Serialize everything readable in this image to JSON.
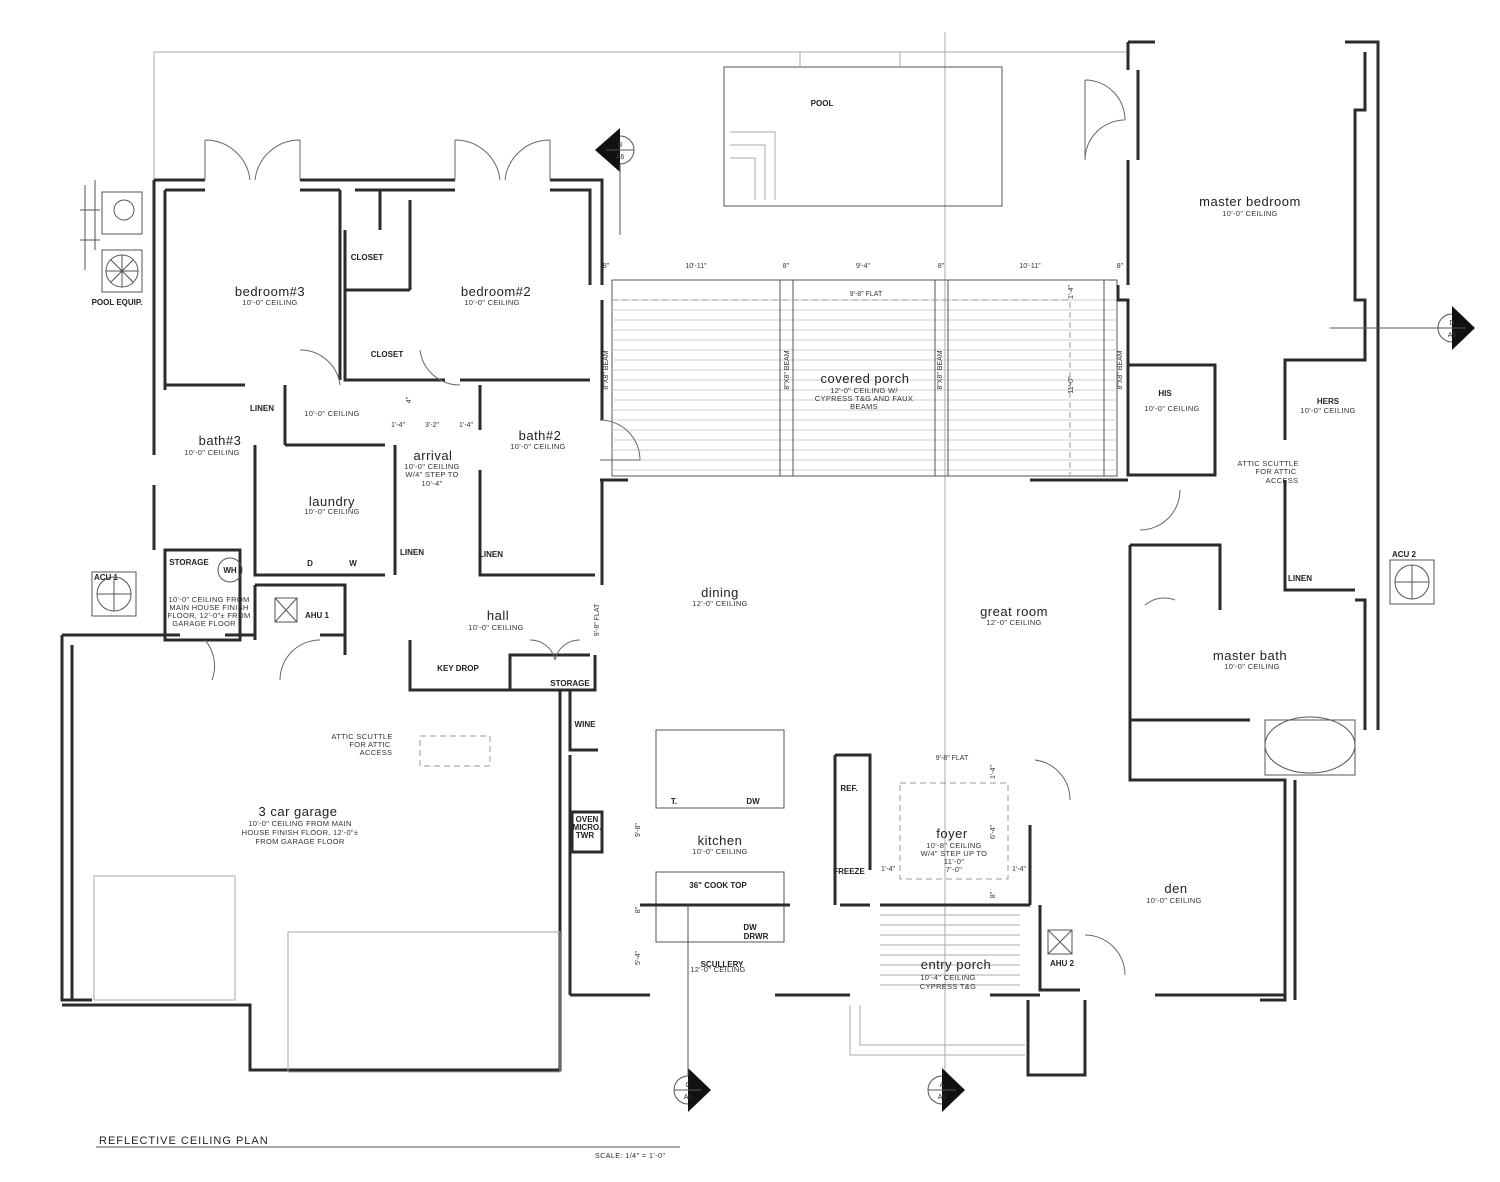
{
  "title": "REFLECTIVE CEILING PLAN",
  "scale": "SCALE: 1/4\" = 1'-0\"",
  "rooms": [
    {
      "id": "pool",
      "name": "POOL"
    },
    {
      "id": "pool_equip",
      "name": "POOL EQUIP."
    },
    {
      "id": "master_bedroom",
      "name": "master bedroom",
      "ceiling": "10'-0\" CEILING"
    },
    {
      "id": "bedroom3",
      "name": "bedroom#3",
      "ceiling": "10'-0\" CEILING"
    },
    {
      "id": "bedroom2",
      "name": "bedroom#2",
      "ceiling": "10'-0\" CEILING"
    },
    {
      "id": "covered_porch",
      "name": "covered porch",
      "ceiling": "12'-0\" CEILING W/",
      "ceiling2": "CYPRESS T&G AND FAUX",
      "ceiling3": "BEAMS"
    },
    {
      "id": "bath3",
      "name": "bath#3",
      "ceiling": "10'-0\" CEILING"
    },
    {
      "id": "arrival",
      "name": "arrival",
      "ceiling": "10'-0\" CEILING",
      "ceiling2": "W/4\" STEP TO",
      "ceiling3": "10'-4\""
    },
    {
      "id": "bath2",
      "name": "bath#2",
      "ceiling": "10'-0\" CEILING"
    },
    {
      "id": "laundry",
      "name": "laundry",
      "ceiling": "10'-0\" CEILING"
    },
    {
      "id": "dining",
      "name": "dining",
      "ceiling": "12'-0\" CEILING"
    },
    {
      "id": "great_room",
      "name": "great room",
      "ceiling": "12'-0\" CEILING"
    },
    {
      "id": "hall",
      "name": "hall",
      "ceiling": "10'-0\" CEILING"
    },
    {
      "id": "master_bath",
      "name": "master bath",
      "ceiling": "10'-0\" CEILING"
    },
    {
      "id": "garage",
      "name": "3 car garage",
      "ceiling": "10'-0\" CEILING FROM MAIN",
      "ceiling2": "HOUSE FINISH FLOOR, 12'-0\"±",
      "ceiling3": "FROM GARAGE FLOOR"
    },
    {
      "id": "kitchen",
      "name": "kitchen",
      "ceiling": "10'-0\" CEILING"
    },
    {
      "id": "foyer",
      "name": "foyer",
      "ceiling": "10'-8\" CEILING",
      "ceiling2": "W/4\" STEP UP TO",
      "ceiling3": "11'-0\"",
      "ceiling4": "7'-0\""
    },
    {
      "id": "den",
      "name": "den",
      "ceiling": "10'-0\" CEILING"
    },
    {
      "id": "entry_porch",
      "name": "entry porch",
      "ceiling": "10'-4\" CEILING",
      "ceiling2": "CYPRESS T&G"
    },
    {
      "id": "scullery",
      "name": "SCULLERY",
      "ceiling": "12'-0\" CEILING"
    }
  ],
  "labels": {
    "closet1": "CLOSET",
    "closet2": "CLOSET",
    "linen1": "LINEN",
    "linen2": "LINEN",
    "linen3": "LINEN",
    "linen4": "LINEN",
    "storage1": "STORAGE",
    "storage2": "STORAGE",
    "wh": "WH",
    "ahu1": "AHU 1",
    "ahu2": "AHU 2",
    "acu1": "ACU 1",
    "acu2": "ACU 2",
    "his": "HIS",
    "his_ceiling": "10'-0\" CEILING",
    "hers": "HERS",
    "hers_ceiling": "10'-0\" CEILING",
    "key_drop": "KEY DROP",
    "wine": "WINE",
    "oven": "OVEN",
    "micro": "MICRO.",
    "twr": "TWR",
    "ref": "REF.",
    "freeze": "FREEZE",
    "t": "T.",
    "dw": "DW",
    "d": "D",
    "w": "W",
    "cooktop": "36\" COOK TOP",
    "dw_drwr": "DW",
    "dw_drwr2": "DRWR",
    "attic1": "ATTIC SCUTTLE",
    "attic1b": "FOR ATTIC",
    "attic1c": "ACCESS",
    "attic2": "ATTIC SCUTTLE",
    "attic2b": "FOR ATTIC",
    "attic2c": "ACCESS",
    "storage_note1": "10'-0\" CEILING FROM",
    "storage_note2": "MAIN HOUSE FINISH",
    "storage_note3": "FLOOR, 12'-0\"± FROM",
    "storage_note4": "GARAGE FLOOR",
    "hall_ceiling_above": "10'-0\" CEILING"
  },
  "dimensions": {
    "d1": "8\"",
    "d2": "10'-11\"",
    "d3": "8\"",
    "d4": "9'-4\"",
    "d5": "8\"",
    "d6": "10'-11\"",
    "d7": "8\"",
    "flat1": "9'-8\" FLAT",
    "flat2": "9'-8\" FLAT",
    "flat3": "9'-8\" FLAT",
    "beam": "8\"X8\" BEAM",
    "d_1_4": "1'-4\"",
    "d_11_0": "11'-0\"",
    "d_3_2": "3'-2\"",
    "d_1_4b": "1'-4\"",
    "d_1_4c": "1'-4\"",
    "d_4": "4\"",
    "k98": "9'-8\"",
    "k8": "8\"",
    "k54": "5'-4\"",
    "f14": "1'-4\"",
    "f64": "6'-4\"",
    "f14b": "1'-4\"",
    "f14c": "1'-4\"",
    "f8": "8\""
  },
  "section_markers": [
    {
      "letter": "B",
      "sheet": "A6"
    },
    {
      "letter": "D",
      "sheet": "A6"
    },
    {
      "letter": "C",
      "sheet": "A6"
    },
    {
      "letter": "A",
      "sheet": "A6"
    }
  ]
}
